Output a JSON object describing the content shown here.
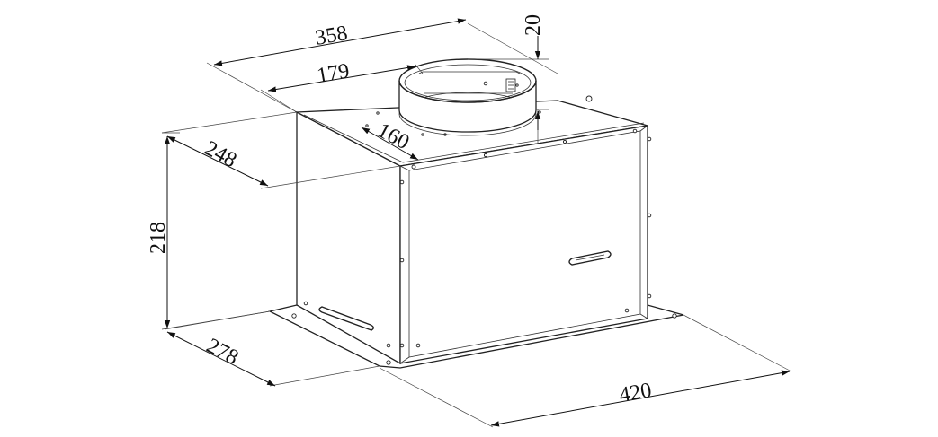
{
  "dimensions": {
    "width_top": "358",
    "half_width_top": "179",
    "collar_height": "20",
    "collar_diameter": "160",
    "depth_top": "248",
    "height": "218",
    "depth_bottom": "278",
    "width_bottom": "420"
  }
}
